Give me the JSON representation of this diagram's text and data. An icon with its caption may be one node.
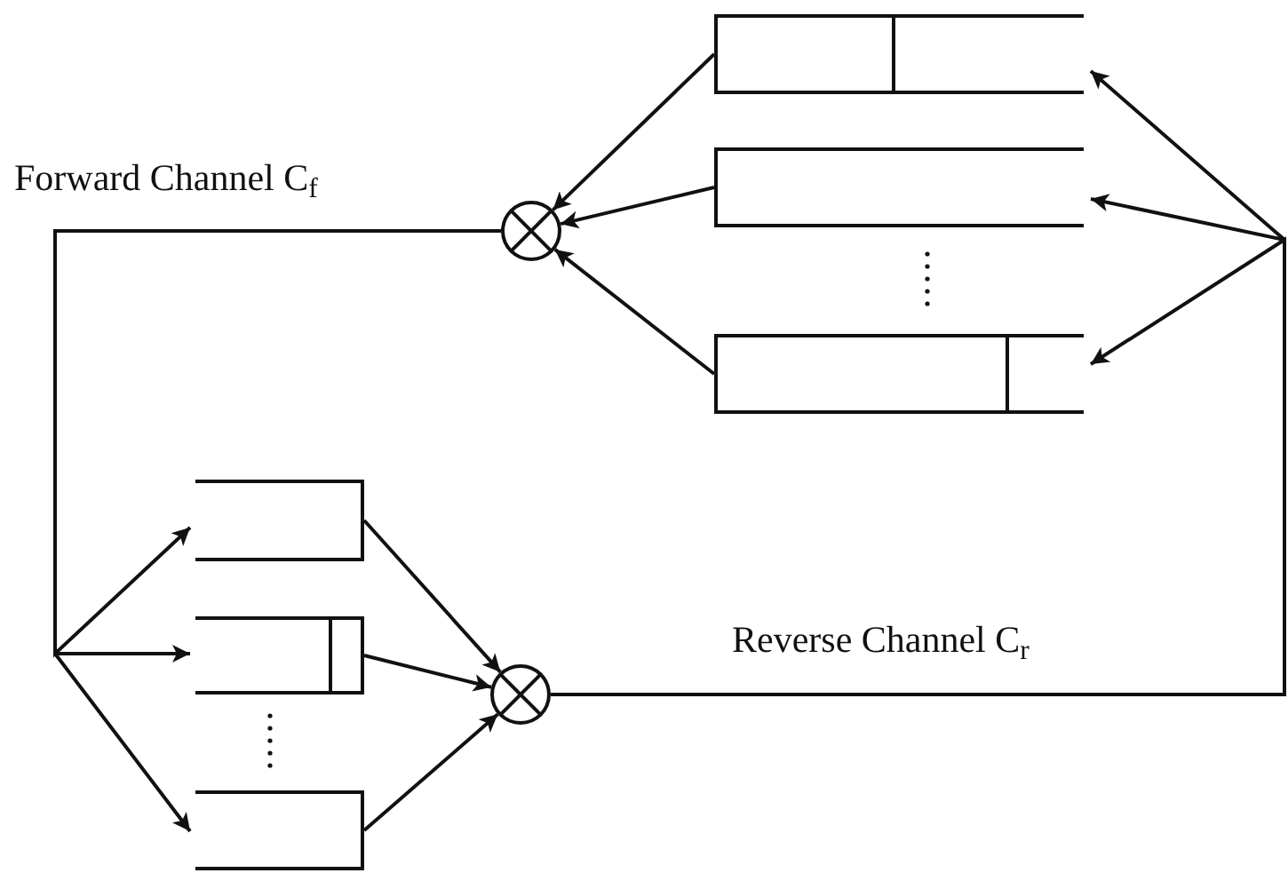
{
  "diagram": {
    "nodes": [
      {
        "text": [],
        "shape": "box"
      },
      {
        "text": [],
        "shape": "box"
      },
      {
        "text": [],
        "shape": "box"
      },
      {
        "text": [],
        "shape": "circle"
      },
      {
        "text": [],
        "shape": "box"
      },
      {
        "text": [],
        "shape": "box"
      },
      {
        "text": [],
        "shape": "box"
      },
      {
        "text": [],
        "shape": "circle"
      }
    ],
    "edges": [
      {
        "from": 0,
        "to": 3,
        "arrow": "to"
      },
      {
        "from": 1,
        "to": 3,
        "arrow": "to"
      },
      {
        "from": 2,
        "to": 3,
        "arrow": "to"
      },
      {
        "from": 3,
        "to": 4,
        "arrow": "to"
      },
      {
        "from": 3,
        "to": 5,
        "arrow": "to"
      },
      {
        "from": 3,
        "to": 6,
        "arrow": "to"
      },
      {
        "from": 4,
        "to": 7,
        "arrow": "to"
      },
      {
        "from": 5,
        "to": 7,
        "arrow": "to"
      },
      {
        "from": 6,
        "to": 7,
        "arrow": "to"
      },
      {
        "from": 7,
        "to": 0,
        "arrow": "to"
      },
      {
        "from": 7,
        "to": 1,
        "arrow": "to"
      },
      {
        "from": 7,
        "to": 2,
        "arrow": "to"
      }
    ],
    "labels": [
      "Forward Channel C$_{f}$",
      "Reverse Channel C$_{r}$"
    ]
  }
}
